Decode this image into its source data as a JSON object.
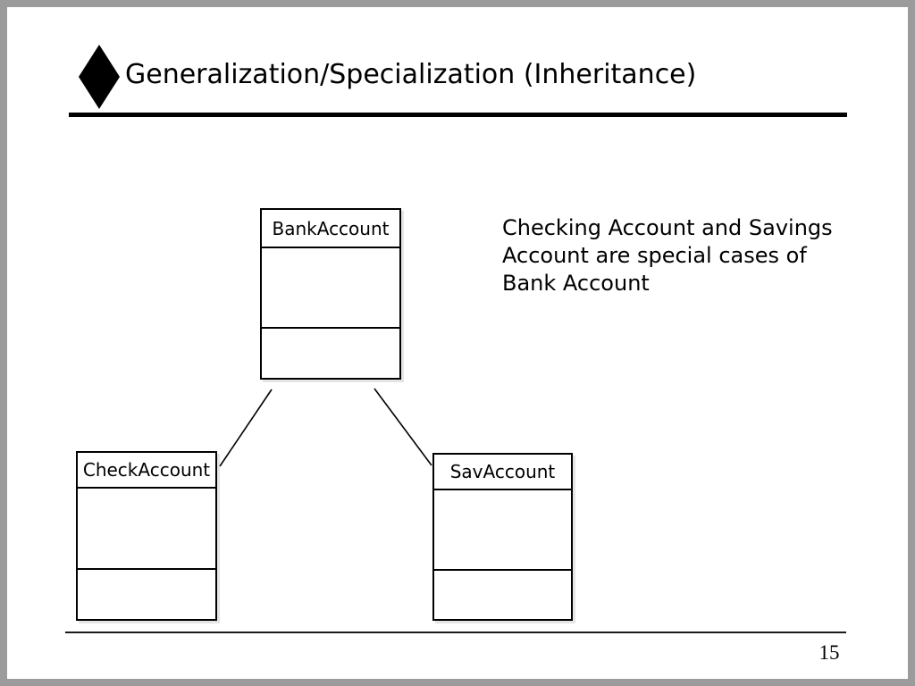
{
  "slide": {
    "title": "Generalization/Specialization (Inheritance)",
    "page_number": "15"
  },
  "diagram": {
    "classes": [
      {
        "name": "BankAccount"
      },
      {
        "name": "CheckAccount"
      },
      {
        "name": "SavAccount"
      }
    ],
    "annotation": {
      "lines": [
        "Checking Account and Savings",
        "Account are special cases of",
        "Bank Account"
      ]
    }
  },
  "icons": {
    "diamond_bullet": "diamond-bullet-icon"
  },
  "colors": {
    "background": "#ffffff",
    "frame": "#9b9b9b",
    "ink": "#000000"
  }
}
